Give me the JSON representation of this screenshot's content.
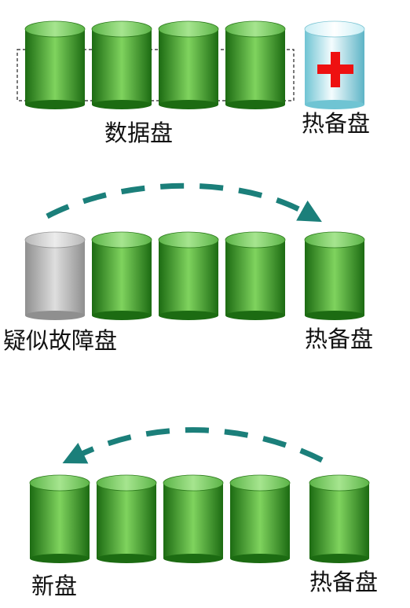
{
  "colors": {
    "disk_green_dark": "#1c6b12",
    "disk_green_mid": "#3f9e2a",
    "disk_green_light": "#7fd35e",
    "disk_green_top": "#8fd97a",
    "hot_spare_light": "#eefafd",
    "hot_spare_mid": "#b8e6ef",
    "hot_spare_dark": "#6fc4d3",
    "plus_red": "#ee1111",
    "failed_gray_light": "#d6d6d6",
    "failed_gray_dark": "#8f8f8f",
    "arrow_teal": "#1b7f7a",
    "group_border": "#222222"
  },
  "panels": [
    {
      "name": "panel-initial",
      "labels": {
        "data_disks": "数据盘",
        "hot_spare": "热备盘"
      },
      "disks": [
        "data",
        "data",
        "data",
        "data",
        "hot-spare"
      ],
      "arrow": "none"
    },
    {
      "name": "panel-rebuild",
      "labels": {
        "failed_disk": "疑似故障盘",
        "hot_spare": "热备盘"
      },
      "disks": [
        "failed",
        "data",
        "data",
        "data",
        "data"
      ],
      "arrow": "left-to-right"
    },
    {
      "name": "panel-copyback",
      "labels": {
        "new_disk": "新盘",
        "hot_spare": "热备盘"
      },
      "disks": [
        "data",
        "data",
        "data",
        "data",
        "data"
      ],
      "arrow": "right-to-left"
    }
  ]
}
